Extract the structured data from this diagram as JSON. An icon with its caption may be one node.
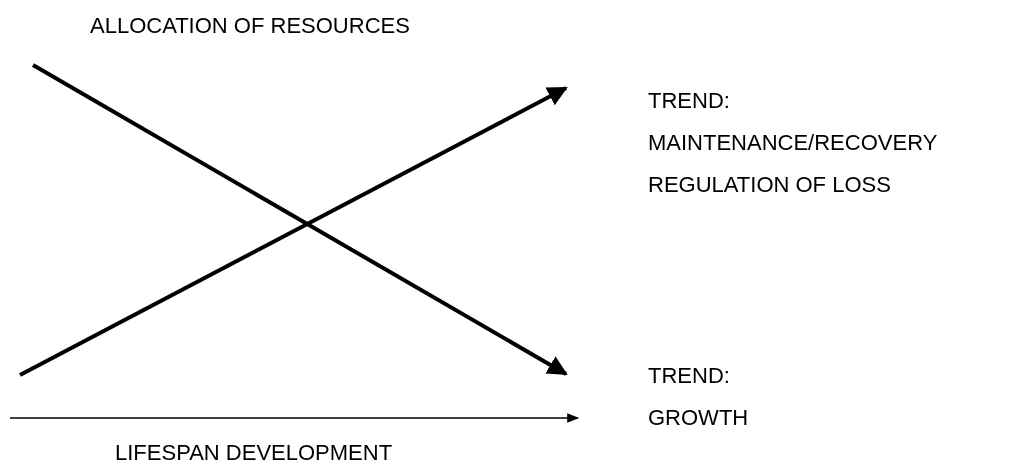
{
  "diagram": {
    "title": "ALLOCATION OF RESOURCES",
    "nodes": [
      {
        "text": [
          "TREND:",
          "MAINTENANCE/RECOVERY",
          "REGULATION OF LOSS"
        ]
      },
      {
        "text": [
          "TREND:",
          "GROWTH"
        ]
      }
    ],
    "edges": [
      {
        "from": null,
        "to": 0,
        "arrow": "to"
      },
      {
        "from": null,
        "to": 1,
        "arrow": "to"
      }
    ],
    "labels": [
      "LIFESPAN DEVELOPMENT"
    ]
  }
}
